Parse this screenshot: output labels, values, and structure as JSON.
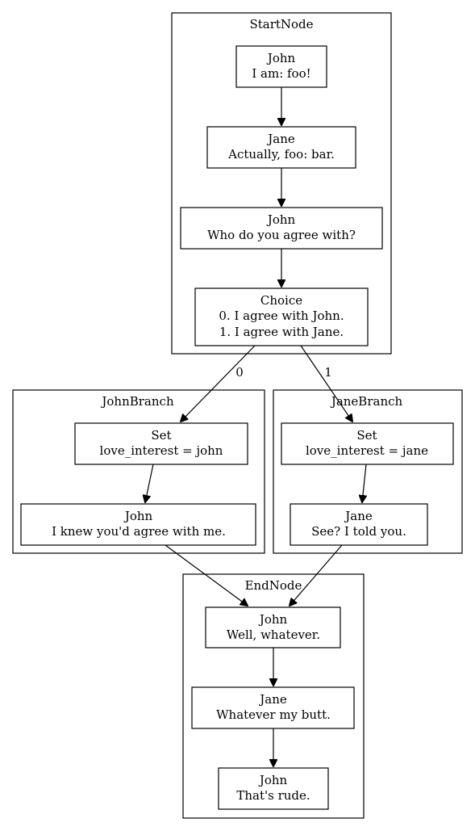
{
  "clusters": {
    "start": "StartNode",
    "john_branch": "JohnBranch",
    "jane_branch": "JaneBranch",
    "end": "EndNode"
  },
  "nodes": {
    "s1": [
      "John",
      "I am: foo!"
    ],
    "s2": [
      "Jane",
      "Actually, foo: bar."
    ],
    "s3": [
      "John",
      "Who do you agree with?"
    ],
    "s4": [
      "Choice",
      "0. I agree with John.",
      "1. I agree with Jane."
    ],
    "jb1": [
      "Set",
      "love_interest = john"
    ],
    "jb2": [
      "John",
      "I knew you'd agree with me."
    ],
    "ja1": [
      "Set",
      "love_interest = jane"
    ],
    "ja2": [
      "Jane",
      "See? I told you."
    ],
    "e1": [
      "John",
      "Well, whatever."
    ],
    "e2": [
      "Jane",
      "Whatever my butt."
    ],
    "e3": [
      "John",
      "That's rude."
    ]
  },
  "edge_labels": {
    "choice_0": "0",
    "choice_1": "1"
  }
}
